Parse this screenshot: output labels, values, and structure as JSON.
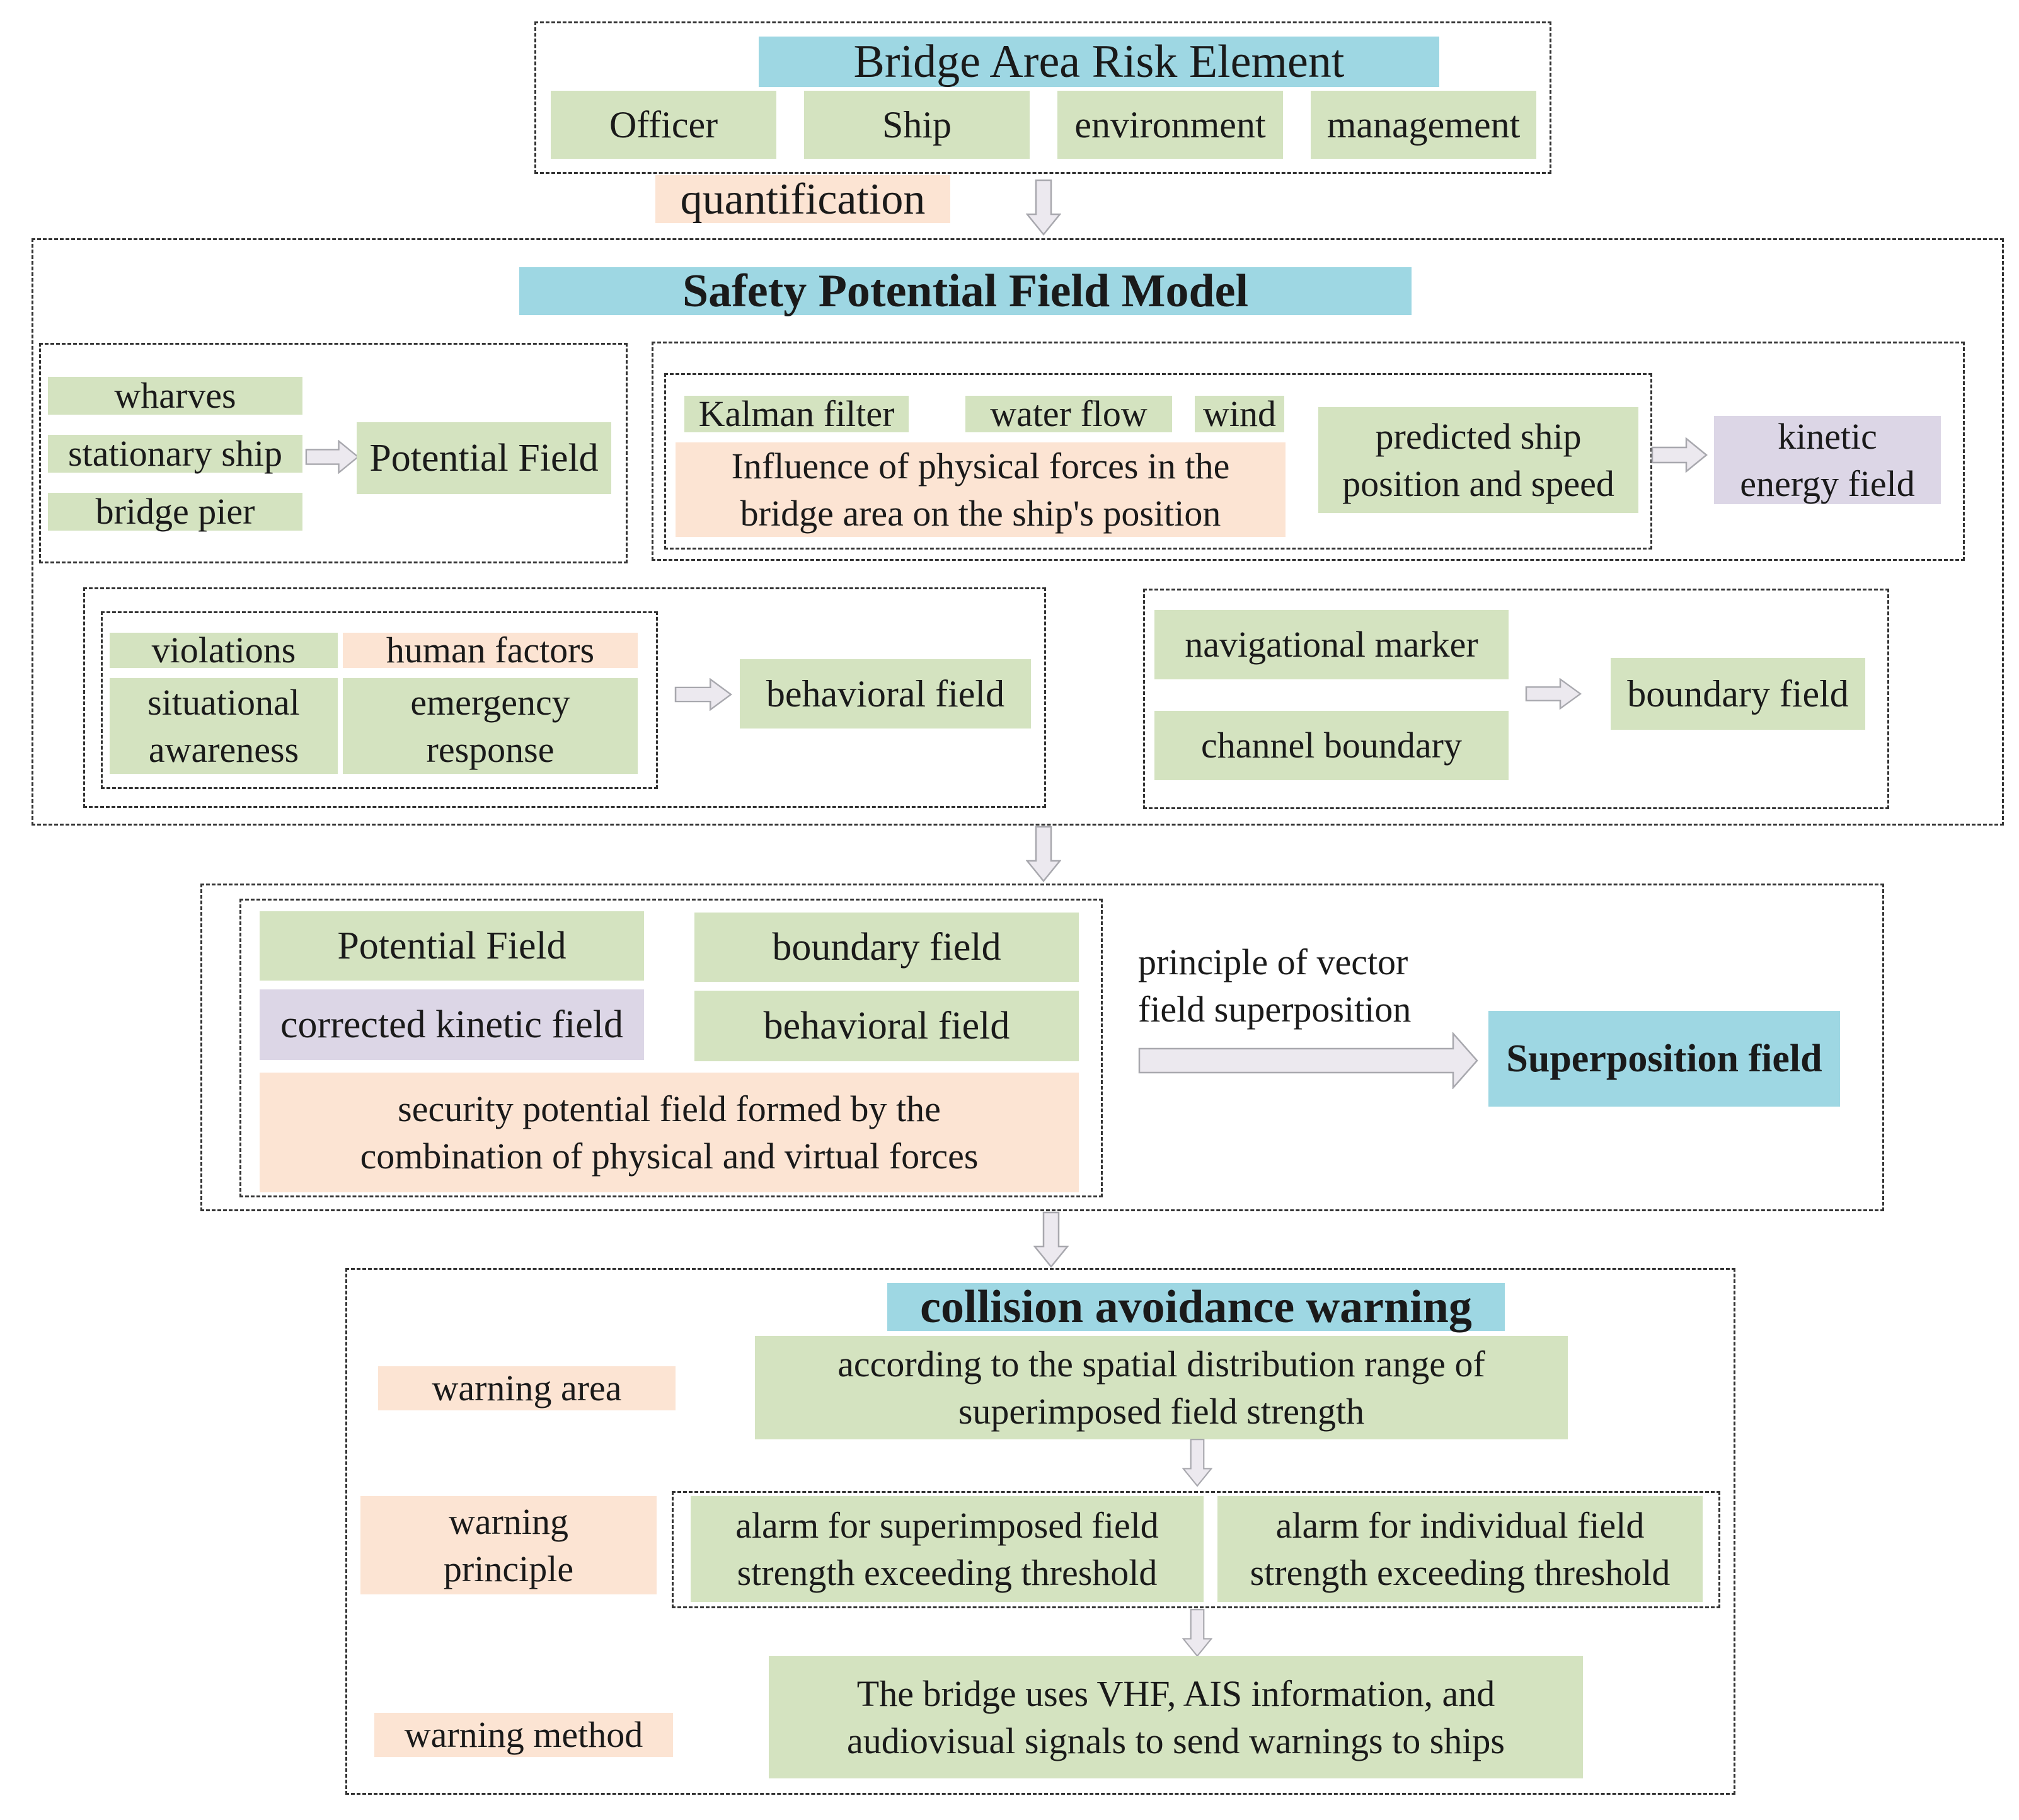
{
  "risk_elements": {
    "title": "Bridge Area Risk Element",
    "items": [
      "Officer",
      "Ship",
      "environment",
      "management"
    ],
    "quantification": "quantification"
  },
  "spf_model": {
    "title": "Safety Potential Field Model",
    "potential": {
      "sources": [
        "wharves",
        "stationary ship",
        "bridge pier"
      ],
      "result": "Potential Field"
    },
    "kinetic": {
      "inputs": [
        "Kalman filter",
        "water flow",
        "wind"
      ],
      "influence": "Influence of physical forces in the bridge area on the ship's position",
      "predicted": "predicted ship position and speed",
      "result": "kinetic energy field"
    },
    "behavioral": {
      "factors": [
        "violations",
        "human factors",
        "situational awareness",
        "emergency response"
      ],
      "result": "behavioral field"
    },
    "boundary": {
      "sources": [
        "navigational marker",
        "channel boundary"
      ],
      "result": "boundary field"
    }
  },
  "superposition": {
    "fields": [
      "Potential Field",
      "boundary field",
      "corrected kinetic field",
      "behavioral field"
    ],
    "combination": "security potential field formed by the combination of physical and virtual forces",
    "principle": "principle of vector field superposition",
    "result": "Superposition field"
  },
  "warning": {
    "title": "collision avoidance warning",
    "area_label": "warning area",
    "area_desc": "according to the spatial distribution range of superimposed field strength",
    "principle_label": "warning principle",
    "principle_items": [
      "alarm for superimposed field strength exceeding threshold",
      "alarm for individual field strength exceeding threshold"
    ],
    "method_label": "warning method",
    "method_desc": "The bridge uses VHF, AIS information, and audiovisual signals to send warnings to ships"
  },
  "colors": {
    "green": "#d4e3c0",
    "peach": "#fce4d3",
    "cyan": "#9ed7e3",
    "lilac": "#dcd6e6",
    "arrow_fill": "#ece9ef"
  }
}
